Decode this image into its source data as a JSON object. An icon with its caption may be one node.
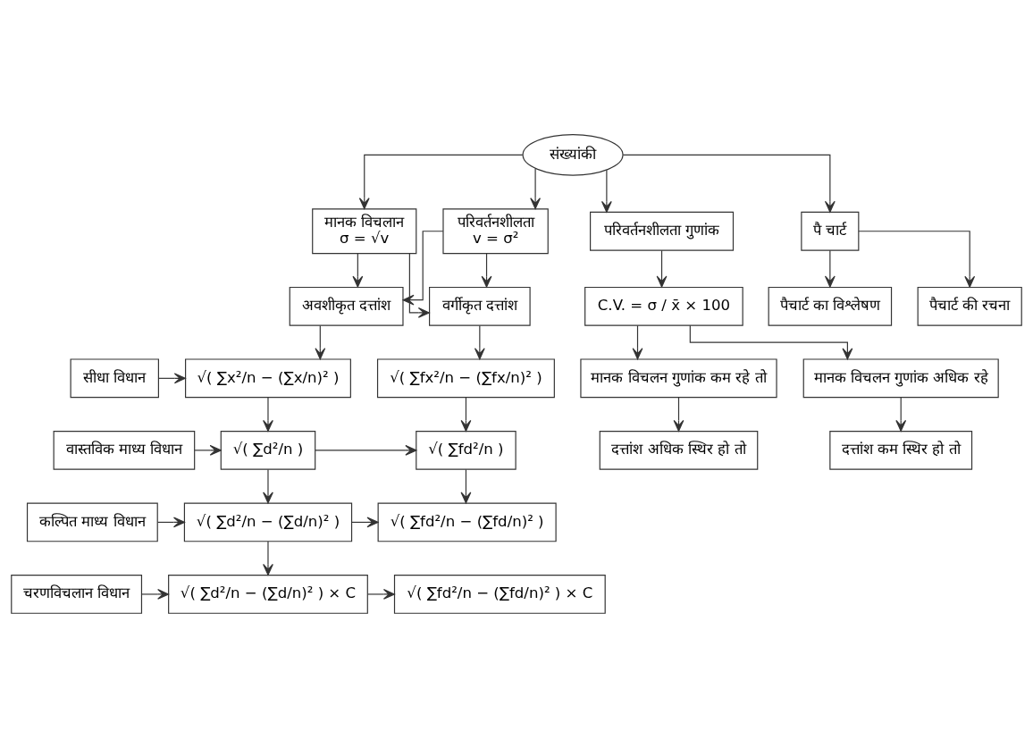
{
  "diagram": {
    "nodes": [
      {
        "text": [
          "संख्यांकी"
        ]
      },
      {
        "text": [
          "मानक विचलान",
          "σ = √v"
        ]
      },
      {
        "text": [
          "परिवर्तनशीलता",
          "v = σ²"
        ]
      },
      {
        "text": [
          "परिवर्तनशीलता गुणांक"
        ]
      },
      {
        "text": [
          "पै चार्ट"
        ]
      },
      {
        "text": [
          "C.V. = σ / x̄ × 100"
        ]
      },
      {
        "text": [
          "पैचार्ट की रचना"
        ]
      },
      {
        "text": [
          "पैचार्ट का विश्लेषण"
        ]
      },
      {
        "text": [
          "अवशीकृत दत्तांश"
        ]
      },
      {
        "text": [
          "वर्गीकृत दत्तांश"
        ]
      },
      {
        "text": [
          "मानक विचलन गुणांक अधिक रहे"
        ]
      },
      {
        "text": [
          "मानक विचलन गुणांक कम रहे तो"
        ]
      },
      {
        "text": [
          "सीधा विधान"
        ]
      },
      {
        "text": [
          "√( ∑x²/n − (∑x/n)² )"
        ]
      },
      {
        "text": [
          "√( ∑fx²/n − (∑fx/n)² )"
        ]
      },
      {
        "text": [
          "दत्तांश कम स्थिर हो तो"
        ]
      },
      {
        "text": [
          "दत्तांश अधिक स्थिर हो तो"
        ]
      },
      {
        "text": [
          "वास्तविक माध्य विधान"
        ]
      },
      {
        "text": [
          "√( ∑d²/n )"
        ]
      },
      {
        "text": [
          "√( ∑fd²/n )"
        ]
      },
      {
        "text": [
          "कल्पित माध्य विधान"
        ]
      },
      {
        "text": [
          "√( ∑d²/n − (∑d/n)² )"
        ]
      },
      {
        "text": [
          "√( ∑fd²/n − (∑fd/n)² )"
        ]
      },
      {
        "text": [
          "चरणविचलान विधान"
        ]
      },
      {
        "text": [
          "√( ∑d²/n − (∑d/n)² ) × C"
        ]
      },
      {
        "text": [
          "√( ∑fd²/n − (∑fd/n)² ) × C"
        ]
      }
    ],
    "edges": [
      {
        "from": 0,
        "to": 1,
        "arrow": "to"
      },
      {
        "from": 0,
        "to": 2,
        "arrow": "to"
      },
      {
        "from": 0,
        "to": 3,
        "arrow": "to"
      },
      {
        "from": 0,
        "to": 4,
        "arrow": "to"
      },
      {
        "from": 1,
        "to": 8,
        "arrow": "to"
      },
      {
        "from": 1,
        "to": 9,
        "arrow": "to"
      },
      {
        "from": 2,
        "to": 8,
        "arrow": "to"
      },
      {
        "from": 2,
        "to": 9,
        "arrow": "to"
      },
      {
        "from": 3,
        "to": 5,
        "arrow": "to"
      },
      {
        "from": 4,
        "to": 6,
        "arrow": "to"
      },
      {
        "from": 4,
        "to": 7,
        "arrow": "to"
      },
      {
        "from": 5,
        "to": 10,
        "arrow": "to"
      },
      {
        "from": 5,
        "to": 11,
        "arrow": "to"
      },
      {
        "from": 10,
        "to": 15,
        "arrow": "to"
      },
      {
        "from": 11,
        "to": 16,
        "arrow": "to"
      },
      {
        "from": 8,
        "to": 13,
        "arrow": "to"
      },
      {
        "from": 9,
        "to": 14,
        "arrow": "to"
      },
      {
        "from": 12,
        "to": 13,
        "arrow": "to"
      },
      {
        "from": 13,
        "to": 18,
        "arrow": "to"
      },
      {
        "from": 14,
        "to": 19,
        "arrow": "to"
      },
      {
        "from": 17,
        "to": 18,
        "arrow": "to"
      },
      {
        "from": 18,
        "to": 19,
        "arrow": "to"
      },
      {
        "from": 18,
        "to": 21,
        "arrow": "to"
      },
      {
        "from": 19,
        "to": 22,
        "arrow": "to"
      },
      {
        "from": 20,
        "to": 21,
        "arrow": "to"
      },
      {
        "from": 21,
        "to": 22,
        "arrow": "to"
      },
      {
        "from": 21,
        "to": 24,
        "arrow": "to"
      },
      {
        "from": 23,
        "to": 24,
        "arrow": "to"
      },
      {
        "from": 24,
        "to": 25,
        "arrow": "to"
      }
    ]
  }
}
